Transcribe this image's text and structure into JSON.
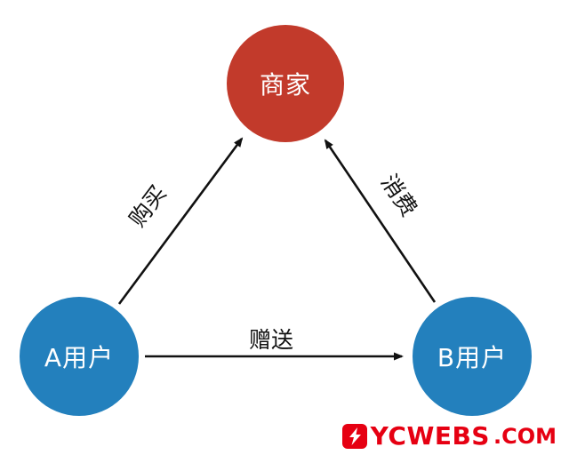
{
  "colors": {
    "merchant": "#c23a2b",
    "user": "#2380bd",
    "ink": "#111111",
    "nodeText": "#ffffff",
    "logo": "#e60012",
    "bg": "#ffffff"
  },
  "diagram": {
    "nodes": {
      "merchant": {
        "label": "商家"
      },
      "user_a": {
        "label": "A用户"
      },
      "user_b": {
        "label": "B用户"
      }
    },
    "edges": {
      "buy": {
        "label": "购买",
        "from": "A用户",
        "to": "商家"
      },
      "consume": {
        "label": "消费",
        "from": "B用户",
        "to": "商家"
      },
      "gift": {
        "label": "赠送",
        "from": "A用户",
        "to": "B用户"
      }
    }
  },
  "watermark": {
    "brand": "YCWEBS",
    "suffix": ".COM"
  }
}
